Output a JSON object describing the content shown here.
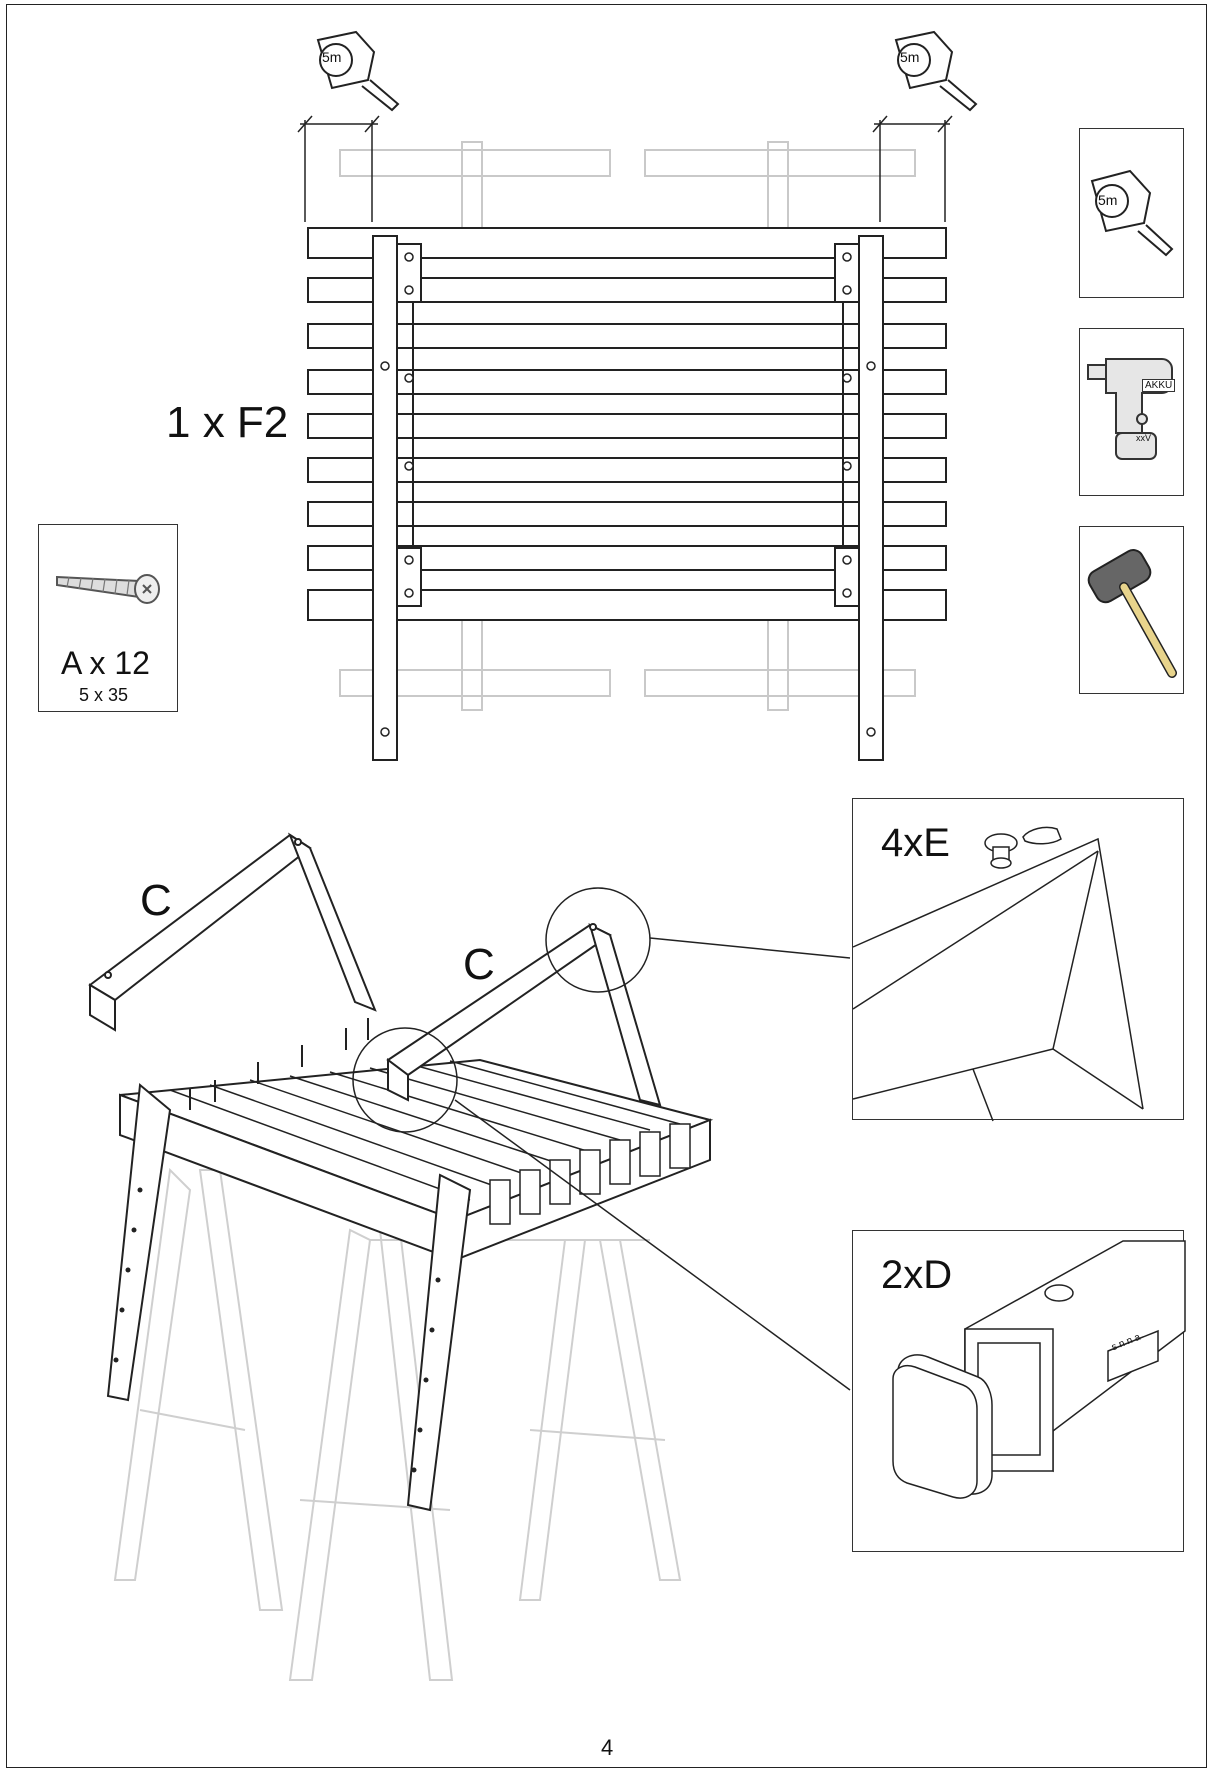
{
  "step_top": {
    "panel_label": "1 x F2"
  },
  "part_a": {
    "label": "A x 12",
    "size": "5 x 35"
  },
  "tape_measure": {
    "text": "5m"
  },
  "drill": {
    "brand": "AKKU",
    "voltage": "xxV"
  },
  "assembly": {
    "label_c_left": "C",
    "label_c_right": "C"
  },
  "detail_e": {
    "label": "4xE"
  },
  "detail_d": {
    "label": "2xD",
    "stamp": "s n n a"
  },
  "page": {
    "number": "4"
  }
}
